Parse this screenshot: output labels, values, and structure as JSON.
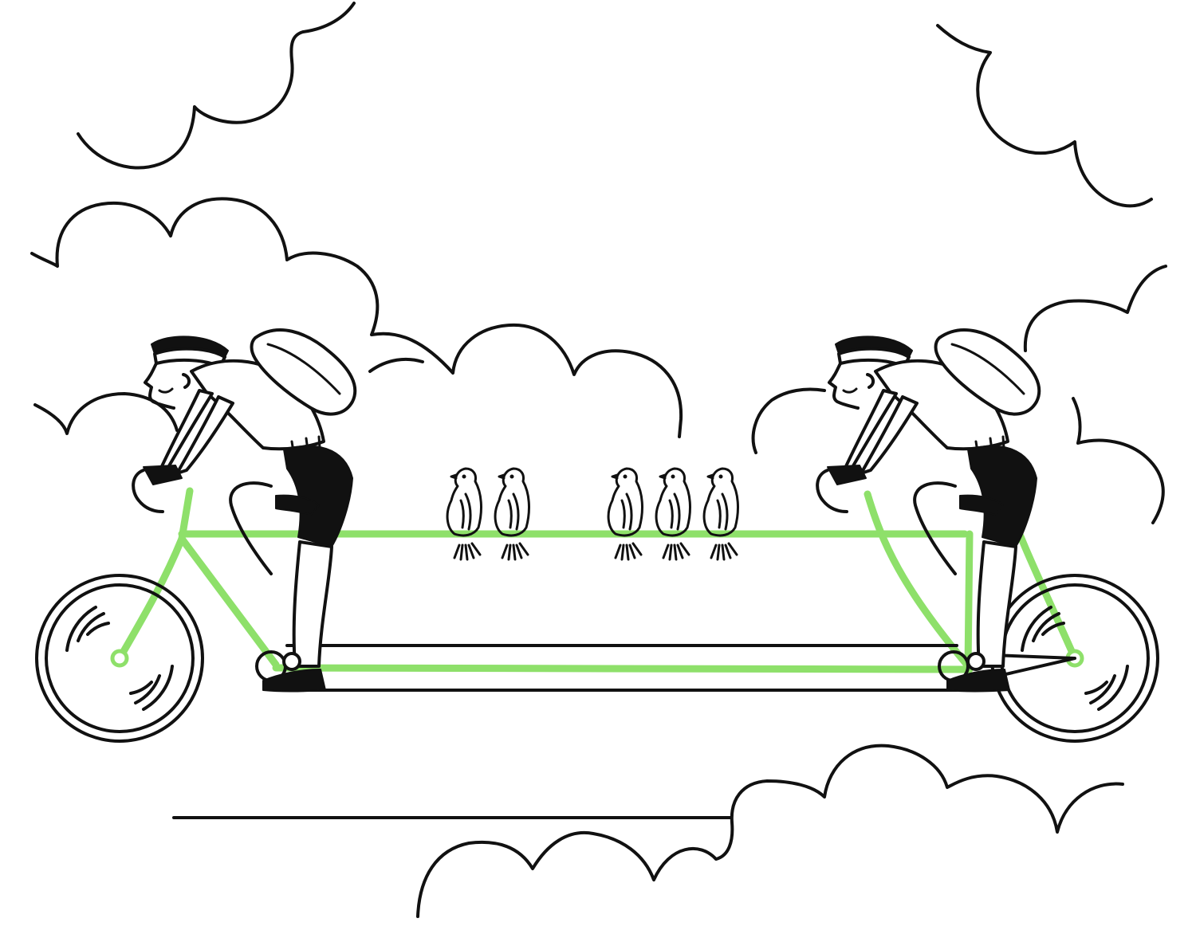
{
  "illustration": {
    "subject": "",
    "colors": {
      "background": "#ffffff",
      "ink": "#111111",
      "frame_accent": "#8ee06a"
    },
    "riders_count": 2,
    "birds_count": 5,
    "clouds_count": 5
  }
}
